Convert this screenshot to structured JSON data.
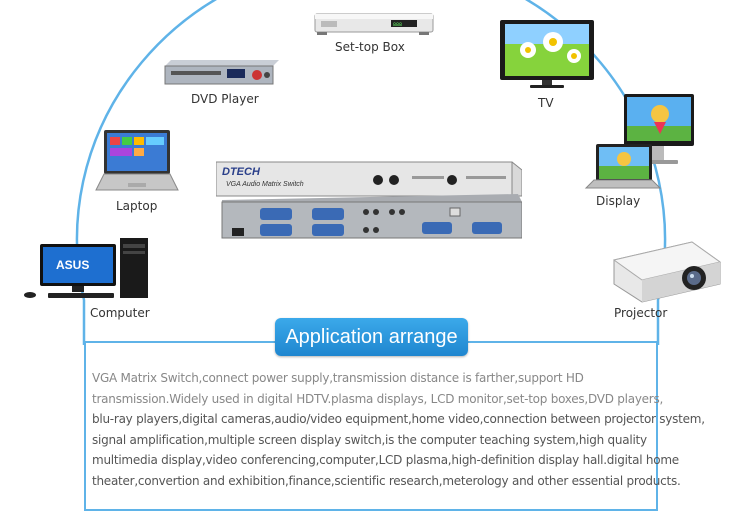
{
  "labels": {
    "settop": "Set-top Box",
    "tv": "TV",
    "dvd": "DVD Player",
    "laptop": "Laptop",
    "display": "Display",
    "computer": "Computer",
    "projector": "Projector"
  },
  "device": {
    "brand": "DTECH",
    "model": "VGA Audio Matrix Switch"
  },
  "heading": "Application arrange",
  "description_lines": [
    "VGA Matrix Switch,connect power supply,transmission distance is farther,support HD",
    "transmission.Widely used in digital HDTV.plasma displays,  LCD monitor,set-top boxes,DVD players,",
    "blu-ray players,digital cameras,audio/video equipment,home video,connection between projector system,",
    "signal amplification,multiple screen display switch,is the computer teaching system,high quality",
    "multimedia display,video conferencing,computer,LCD plasma,high-definition display hall.digital home",
    "theater,convertion and exhibition,finance,scientific research,meterology and other essential products."
  ],
  "colors": {
    "arc": "#5fb3e8",
    "heading_bg": "#2596dc",
    "heading_text": "#ffffff"
  }
}
